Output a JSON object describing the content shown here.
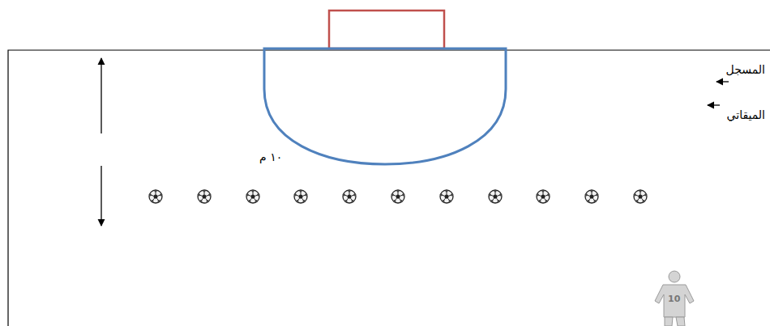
{
  "diagram": {
    "labels": [
      "المسجل",
      "الميقاتي",
      "١٠ م",
      "10"
    ]
  }
}
